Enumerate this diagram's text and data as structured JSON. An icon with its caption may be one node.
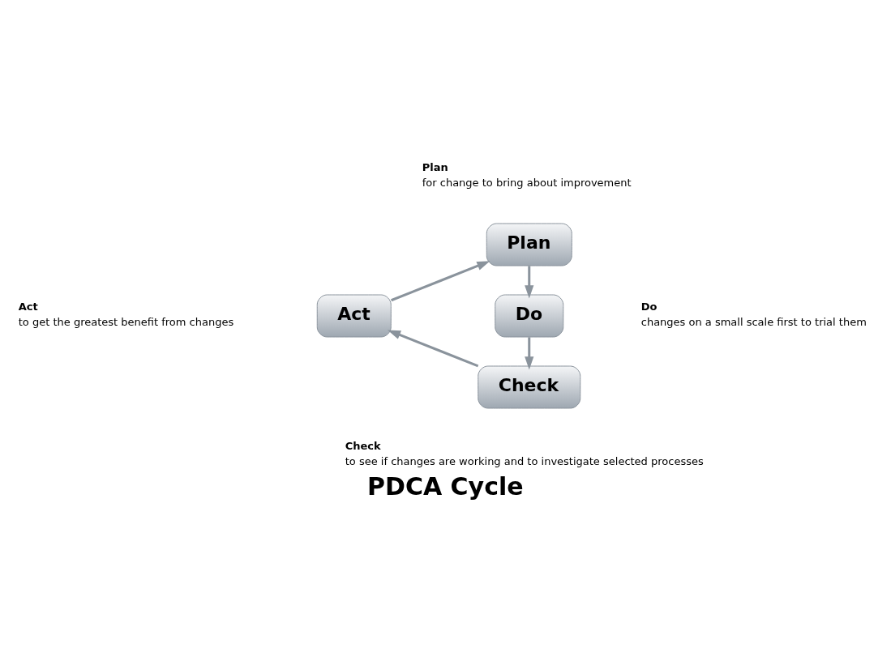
{
  "diagram": {
    "title": "PDCA Cycle",
    "nodes": [
      {
        "text": [
          "Plan"
        ],
        "beside": [
          "Plan",
          "for change to bring about improvement"
        ]
      },
      {
        "text": [
          "Do"
        ],
        "beside": [
          "Do",
          "changes on a small scale first to trial them"
        ]
      },
      {
        "text": [
          "Check"
        ],
        "beside": [
          "Check",
          "to see if changes are working and to investigate selected processes"
        ]
      },
      {
        "text": [
          "Act"
        ],
        "beside": [
          "Act",
          "to get the greatest benefit from changes"
        ]
      }
    ],
    "edges": [
      {
        "from": 0,
        "to": 1,
        "arrow": "to"
      },
      {
        "from": 1,
        "to": 2,
        "arrow": "to"
      },
      {
        "from": 2,
        "to": 3,
        "arrow": "to"
      },
      {
        "from": 3,
        "to": 0,
        "arrow": "to"
      }
    ]
  }
}
